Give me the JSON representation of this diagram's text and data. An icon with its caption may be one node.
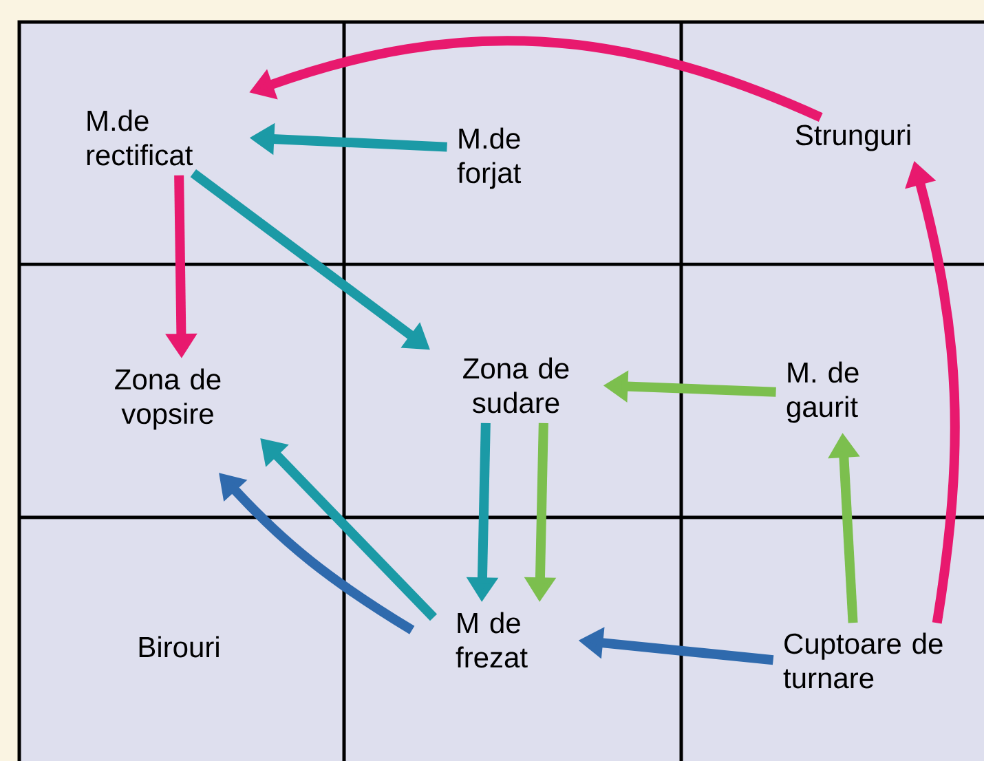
{
  "diagram": {
    "nodes": [
      {
        "text": [
          "M.de rectificat"
        ]
      },
      {
        "text": [
          "M.de forjat"
        ]
      },
      {
        "text": [
          "Strunguri"
        ]
      },
      {
        "text": [
          "Zona de vopsire"
        ]
      },
      {
        "text": [
          "Zona de sudare"
        ]
      },
      {
        "text": [
          "M. de gaurit"
        ]
      },
      {
        "text": [
          "Birouri"
        ]
      },
      {
        "text": [
          "M de frezat"
        ]
      },
      {
        "text": [
          "Cuptoare de turnare"
        ]
      }
    ],
    "edges": [
      {
        "from": 2,
        "to": 0,
        "arrow": "to",
        "color": "#e8196e"
      },
      {
        "from": 1,
        "to": 0,
        "arrow": "to",
        "color": "#1b9aa6"
      },
      {
        "from": 0,
        "to": 3,
        "arrow": "to",
        "color": "#e8196e"
      },
      {
        "from": 0,
        "to": 4,
        "arrow": "to",
        "color": "#1b9aa6"
      },
      {
        "from": 5,
        "to": 4,
        "arrow": "to",
        "color": "#7cbf4e"
      },
      {
        "from": 4,
        "to": 7,
        "arrow": "to",
        "color": "#1b9aa6"
      },
      {
        "from": 4,
        "to": 7,
        "arrow": "to",
        "color": "#7cbf4e"
      },
      {
        "from": 7,
        "to": 3,
        "arrow": "to",
        "color": "#1b9aa6"
      },
      {
        "from": 7,
        "to": 3,
        "arrow": "to",
        "color": "#2f6aad"
      },
      {
        "from": 8,
        "to": 7,
        "arrow": "to",
        "color": "#2f6aad"
      },
      {
        "from": 8,
        "to": 5,
        "arrow": "to",
        "color": "#7cbf4e"
      },
      {
        "from": 8,
        "to": 2,
        "arrow": "to",
        "color": "#e8196e"
      }
    ]
  }
}
